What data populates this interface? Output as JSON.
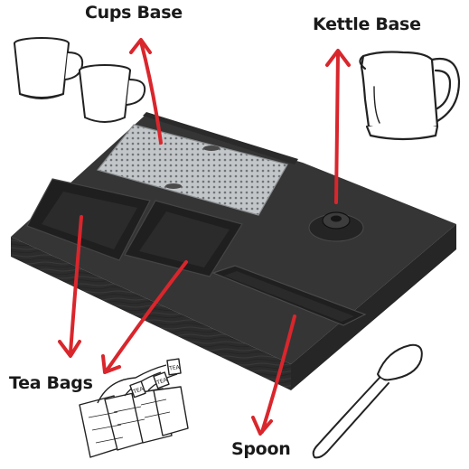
{
  "labels": {
    "cups_base": "Cups Base",
    "kettle_base": "Kettle Base",
    "tea_bags": "Tea Bags",
    "spoon": "Spoon"
  },
  "tea_tags": [
    "TEA",
    "TEA",
    "TEA"
  ],
  "colors": {
    "arrow": "#d9262c",
    "tray": "#2f2f2f",
    "tray_top": "#3b3b3b",
    "tray_edge": "#1e1e1e",
    "grate": "#b9bcbf",
    "sketch": "#222222"
  },
  "icons": [
    "cup-icon",
    "cup-icon",
    "kettle-icon",
    "tea-bags-icon",
    "spoon-icon"
  ]
}
